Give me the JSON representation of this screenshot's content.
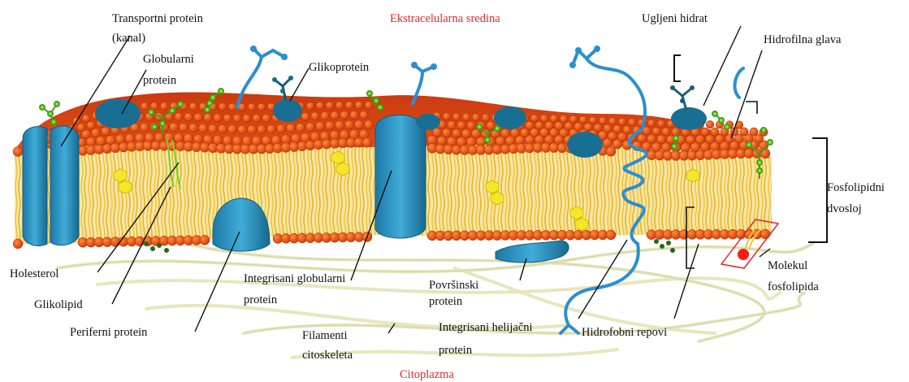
{
  "regions": {
    "extracellular": "Ekstracelularna sredina",
    "cytoplasm": "Citoplazma"
  },
  "labels": {
    "channel_protein": [
      "Transportni protein",
      "(kanal)"
    ],
    "globular_protein": [
      "Globularni",
      "protein"
    ],
    "glycoprotein": "Glikoprotein",
    "carbohydrate": "Ugljeni hidrat",
    "hydrophilic_head": "Hidrofilna glava",
    "bilayer": [
      "Fosfolipidni",
      "dvosloj"
    ],
    "phospholipid_molecule": [
      "Molekul",
      "fosfolipida"
    ],
    "cholesterol": "Holesterol",
    "glycolipid": "Glikolipid",
    "peripheral_protein": "Periferni protein",
    "integral_globular": [
      "Integrisani globularni",
      "protein"
    ],
    "filaments": [
      "Filamenti",
      "citoskeleta"
    ],
    "surface_protein": [
      "Površinski",
      "protein"
    ],
    "integral_helical": [
      "Integrisani helijačni",
      "protein"
    ],
    "hydrophobic_tails": "Hidrofobni repovi"
  },
  "colors": {
    "head": "#e8420f",
    "head_dark": "#b52a08",
    "tail": "#f2c43a",
    "protein": "#2a8fbf",
    "protein_dark": "#0e5d80",
    "sugar": "#8ee03c",
    "cholesterol": "#f5e62a",
    "filament": "#ecebc6",
    "label_red": "#e0282e"
  }
}
